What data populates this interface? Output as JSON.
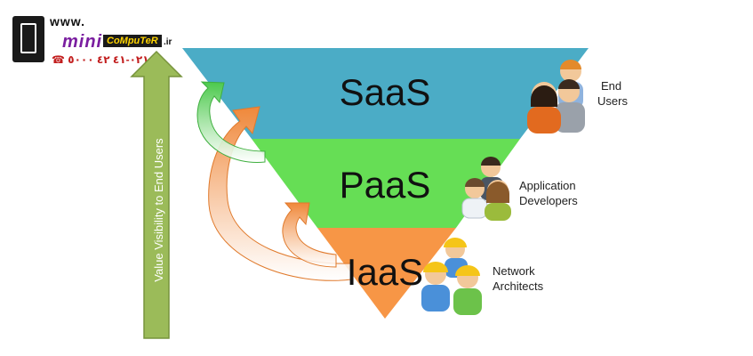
{
  "logo": {
    "www": "www.",
    "mini": "mini",
    "computer": "CoMpuTeR",
    "tld": ".ir",
    "phone": "٠٢١-٤١ ٤٢ ٥٠٠٠"
  },
  "diagram": {
    "arrow_label": "Value Visibility to End Users",
    "layers": [
      {
        "label": "SaaS",
        "color": "#4BACC6"
      },
      {
        "label": "PaaS",
        "color": "#66DE55"
      },
      {
        "label": "IaaS",
        "color": "#F79646"
      }
    ],
    "roles": [
      {
        "line1": "End",
        "line2": "Users"
      },
      {
        "line1": "Application",
        "line2": "Developers"
      },
      {
        "line1": "Network",
        "line2": "Architects"
      }
    ],
    "colors": {
      "value_arrow_fill": "#9BBB59",
      "value_arrow_stroke": "#77933C",
      "curved_arrow_green": "#4CC94C",
      "curved_arrow_orange": "#F0883A"
    }
  }
}
